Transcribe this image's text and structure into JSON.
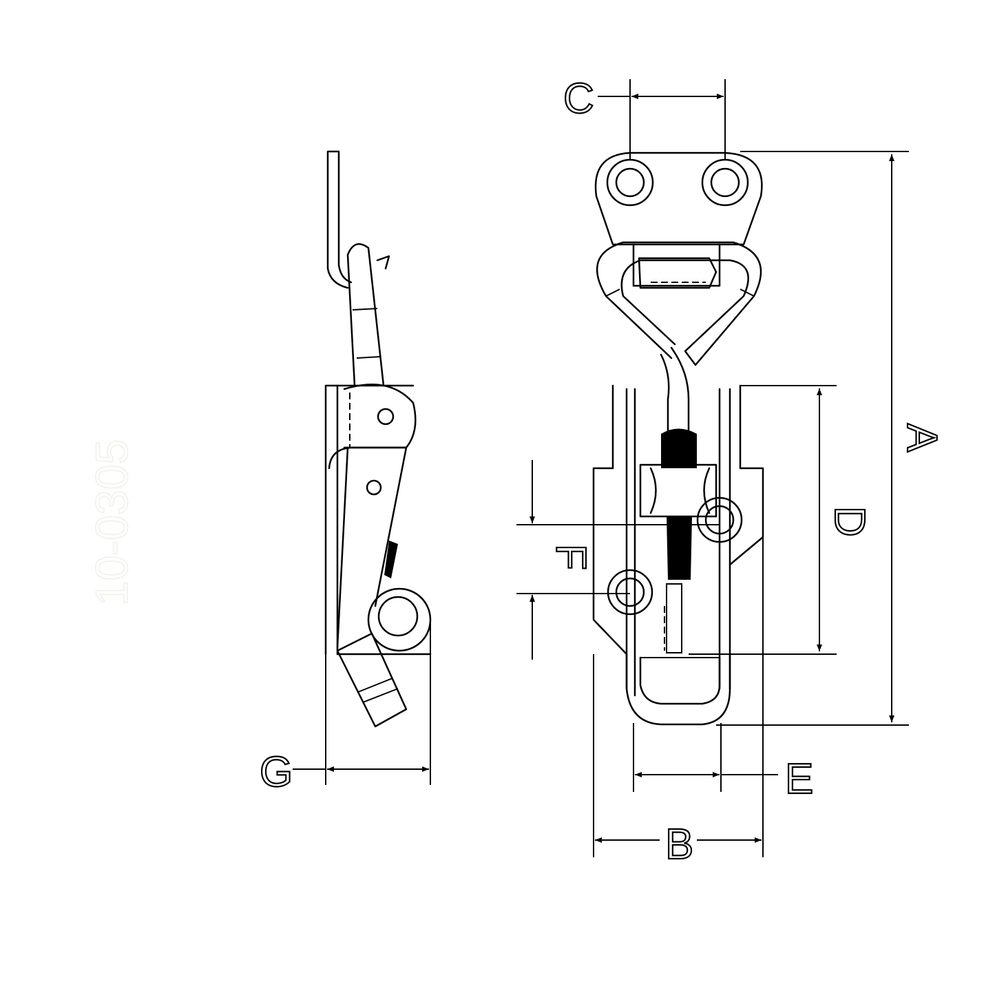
{
  "title": "Adjustable toggle latch dimension drawing",
  "watermark": "10-0305",
  "dimension_labels": {
    "A": "A",
    "B": "B",
    "C": "C",
    "D": "D",
    "E": "E",
    "F": "F",
    "G": "G"
  },
  "colors": {
    "line": "#000000",
    "background": "#ffffff"
  }
}
